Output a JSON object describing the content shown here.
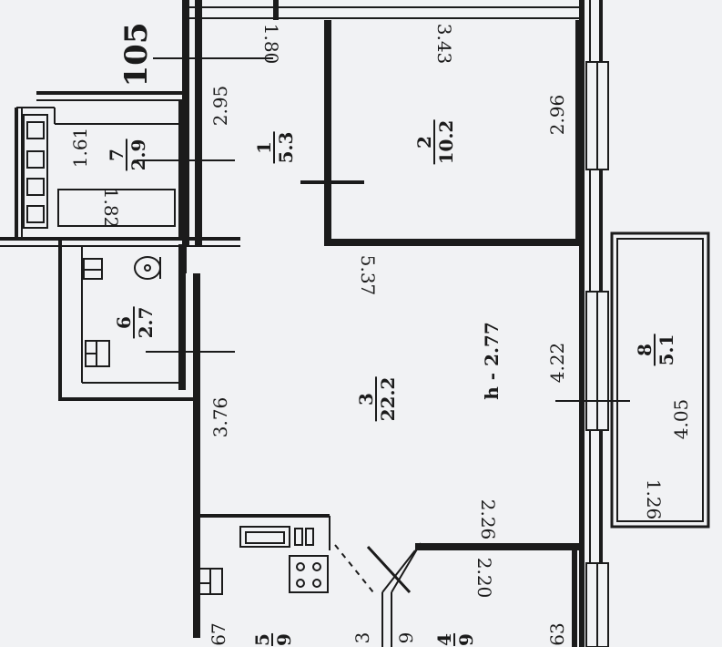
{
  "building_number": "105",
  "ceiling_height": "h - 2.77",
  "rooms": [
    {
      "id": "room-1",
      "number": "1",
      "area": "5.3"
    },
    {
      "id": "room-2",
      "number": "2",
      "area": "10.2"
    },
    {
      "id": "room-3",
      "number": "3",
      "area": "22.2"
    },
    {
      "id": "room-6",
      "number": "6",
      "area": "2.7"
    },
    {
      "id": "room-7",
      "number": "7",
      "area": "2.9"
    },
    {
      "id": "room-8",
      "number": "8",
      "area": "5.1"
    },
    {
      "id": "room-5-partial",
      "number": "5",
      "area": "9"
    },
    {
      "id": "room-4-partial",
      "number": "4",
      "area": "9"
    }
  ],
  "dimensions": {
    "top_left": "1.80",
    "top_right": "3.43",
    "corridor_width": "2.95",
    "room7_width": "1.61",
    "room7_length": "1.82",
    "room2_width": "2.96",
    "hall_length": "5.37",
    "room3_length": "4.22",
    "room3_width": "3.76",
    "balcony_length": "4.05",
    "balcony_width": "1.26",
    "kitchen_dim": "2.26",
    "room_bottom_dim": "2.20",
    "bottom_left_partial": "67",
    "bottom_partial_3": "3",
    "bottom_partial_9": "9",
    "bottom_right_partial": "63"
  }
}
